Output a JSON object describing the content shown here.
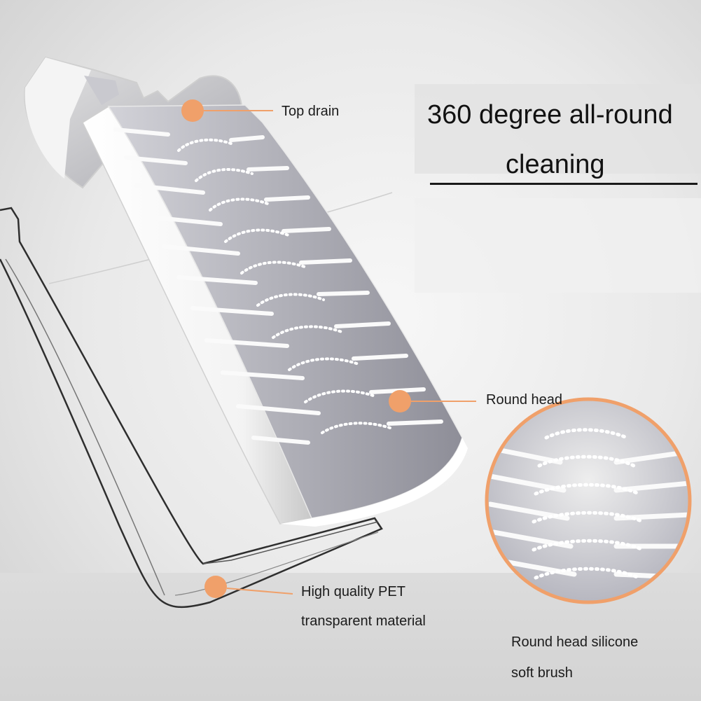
{
  "headline": {
    "line1": "360 degree all-round",
    "line2": "cleaning"
  },
  "callouts": {
    "top_drain": "Top drain",
    "round_head": "Round head",
    "pet_line1": "High quality PET",
    "pet_line2": "transparent material",
    "soft_brush_line1": "Round head silicone",
    "soft_brush_line2": "soft brush"
  },
  "colors": {
    "accent_orange": "#f0a06a",
    "brush_white": "#f7f7f7",
    "bristle_gray": "#9c9ca6",
    "text_dark": "#111111"
  }
}
